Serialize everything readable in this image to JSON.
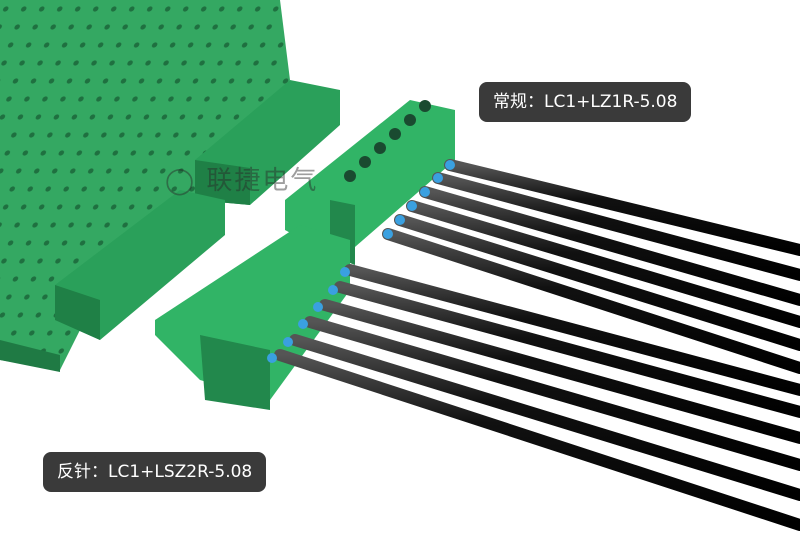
{
  "labels": {
    "standard": "常规：LC1+LZ1R-5.08",
    "reverse": "反针：LC1+LSZ2R-5.08"
  },
  "watermark": "联捷电气",
  "colors": {
    "pcb": "#2f9e5a",
    "connector": "#2fa860",
    "wire": "#1a1a1a",
    "pin": "#3aa0e0",
    "label_bg": "#3a3a3a"
  }
}
